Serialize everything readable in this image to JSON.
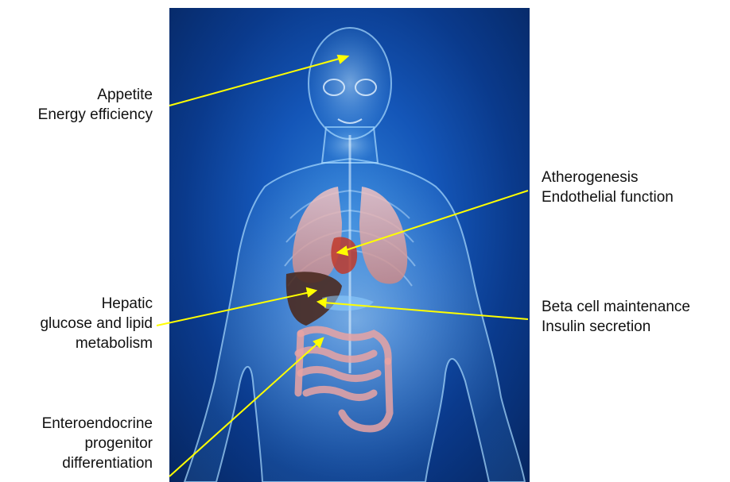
{
  "labels": {
    "brain": {
      "lines": [
        "Appetite",
        "Energy efficiency"
      ]
    },
    "vessel": {
      "lines": [
        "Atherogenesis",
        "Endothelial function"
      ]
    },
    "liver": {
      "lines": [
        "Hepatic",
        "glucose and lipid",
        "metabolism"
      ]
    },
    "pancreas": {
      "lines": [
        "Beta cell maintenance",
        "Insulin secretion"
      ]
    },
    "gut": {
      "lines": [
        "Enteroendocrine",
        "progenitor",
        "differentiation"
      ]
    }
  },
  "colors": {
    "arrow": "#ffff00",
    "background_dark": "#062660",
    "background_light": "#2f7fd6",
    "body_glow": "#8fd0ff",
    "organ_pink": "#e7a3a3",
    "heart_red": "#c0392b",
    "liver_brown": "#4a2a20",
    "text": "#111111"
  },
  "image": {
    "subject": "anatomical-body-illustration"
  }
}
